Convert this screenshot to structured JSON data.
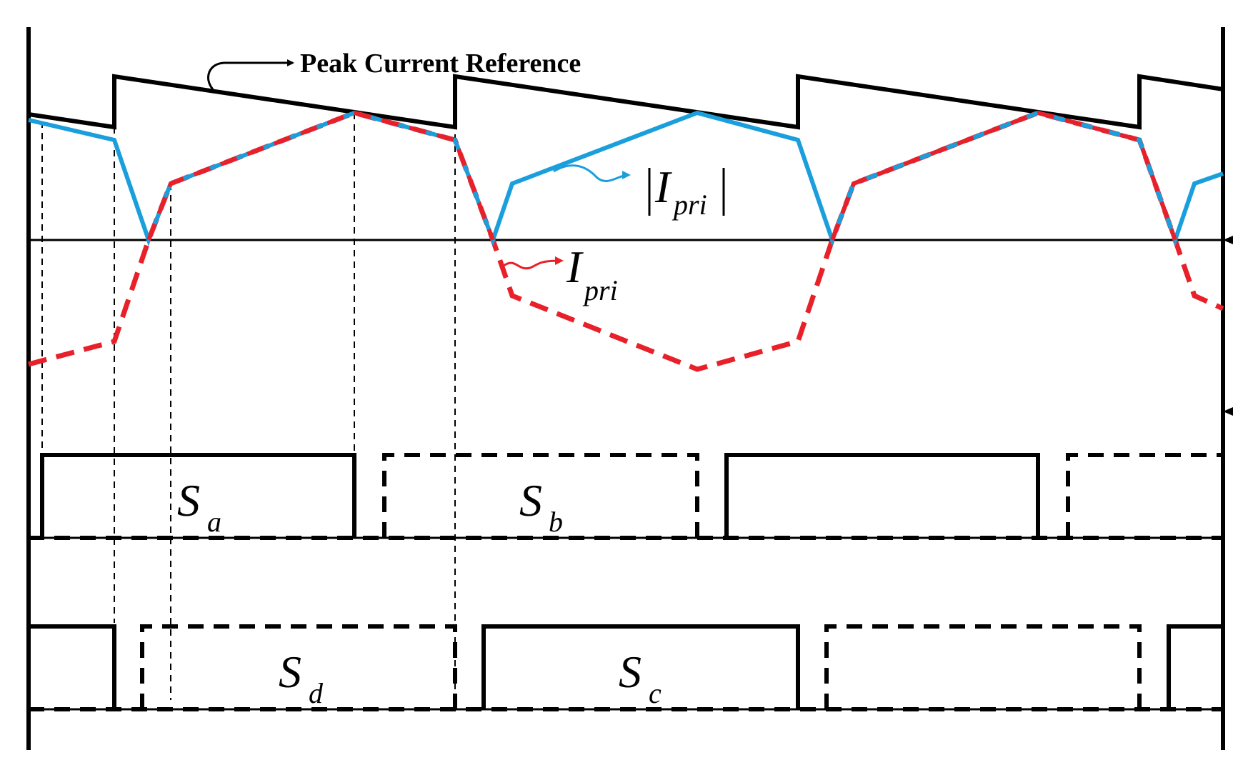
{
  "labels": {
    "peak_current_reference": "Peak Current Reference",
    "abs_ipri_main": "I",
    "abs_ipri_sub": "pri",
    "ipri_main": "I",
    "ipri_sub": "pri",
    "sa_main": "S",
    "sa_sub": "a",
    "sb_main": "S",
    "sb_sub": "b",
    "sd_main": "S",
    "sd_sub": "d",
    "sc_main": "S",
    "sc_sub": "c"
  },
  "colors": {
    "axis": "#000000",
    "peak_reference": "#000000",
    "abs_current": "#1a9fdc",
    "signed_current": "#e8202a",
    "gate_signal": "#000000",
    "background": "#ffffff"
  }
}
